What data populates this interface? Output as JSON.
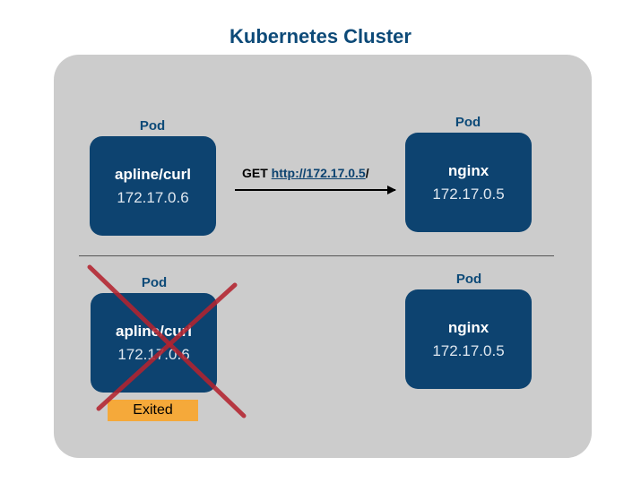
{
  "title": "Kubernetes Cluster",
  "top_row": {
    "client_pod": {
      "label": "Pod",
      "name": "apline/curl",
      "ip": "172.17.0.6"
    },
    "server_pod": {
      "label": "Pod",
      "name": "nginx",
      "ip": "172.17.0.5"
    },
    "request": {
      "method": "GET",
      "url": "http://172.17.0.5",
      "trailing": "/"
    }
  },
  "bottom_row": {
    "client_pod": {
      "label": "Pod",
      "name": "apline/curl",
      "ip": "172.17.0.6",
      "status": "Exited"
    },
    "server_pod": {
      "label": "Pod",
      "name": "nginx",
      "ip": "172.17.0.5"
    }
  },
  "colors": {
    "title": "#0d4a78",
    "pod_fill": "#0d4370",
    "cluster_fill": "#cccccc",
    "cross": "#b3232f",
    "exited_badge": "#f5a93a"
  }
}
